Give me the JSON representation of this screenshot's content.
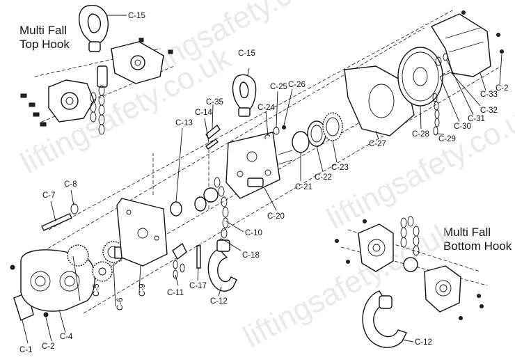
{
  "titles": {
    "top_hook": "Multi Fall\nTop Hook",
    "bottom_hook": "Multi Fall\nBottom Hook"
  },
  "watermarks": [
    "liftingsafety.co.uk",
    "liftingsafety.co.uk",
    "liftingsafety.co.uk",
    "liftingsafety.co.uk"
  ],
  "labels": {
    "c1": "C-1",
    "c2a": "C-2",
    "c2b": "C-2",
    "c4": "C-4",
    "c5": "C-5",
    "c6": "C-6",
    "c7": "C-7",
    "c8": "C-8",
    "c9": "C-9",
    "c10": "C-10",
    "c11": "C-11",
    "c12a": "C-12",
    "c12b": "C-12",
    "c13": "C-13",
    "c14": "C-14",
    "c15a": "C-15",
    "c15b": "C-15",
    "c17": "C-17",
    "c18": "C-18",
    "c20": "C-20",
    "c21": "C-21",
    "c22": "C-22",
    "c23": "C-23",
    "c24": "C-24",
    "c25": "C-25",
    "c26": "C-26",
    "c27": "C-27",
    "c28": "C-28",
    "c29": "C-29",
    "c30": "C-30",
    "c31": "C-31",
    "c32": "C-32",
    "c33": "C-33",
    "c35": "C-35"
  }
}
